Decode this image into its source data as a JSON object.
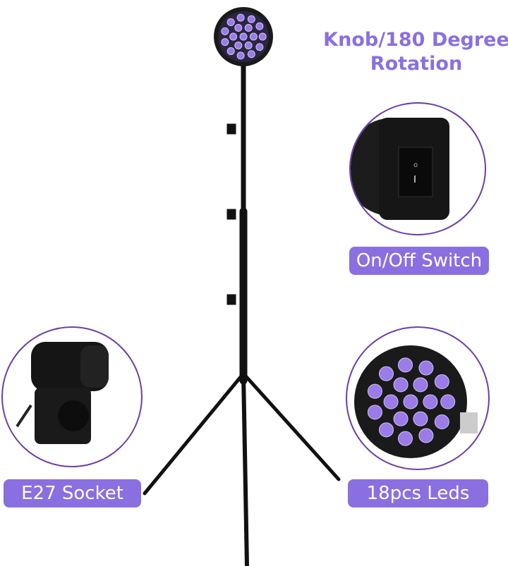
{
  "title": "Knob/180 Degree Rotation",
  "labels": {
    "switch": "On/Off Switch",
    "socket": "E27 Socket",
    "leds": "18pcs Leds"
  },
  "colors": {
    "accent": "#8a6fe0",
    "circle_border": "#6a3fa8",
    "led": "#9b7be8"
  }
}
